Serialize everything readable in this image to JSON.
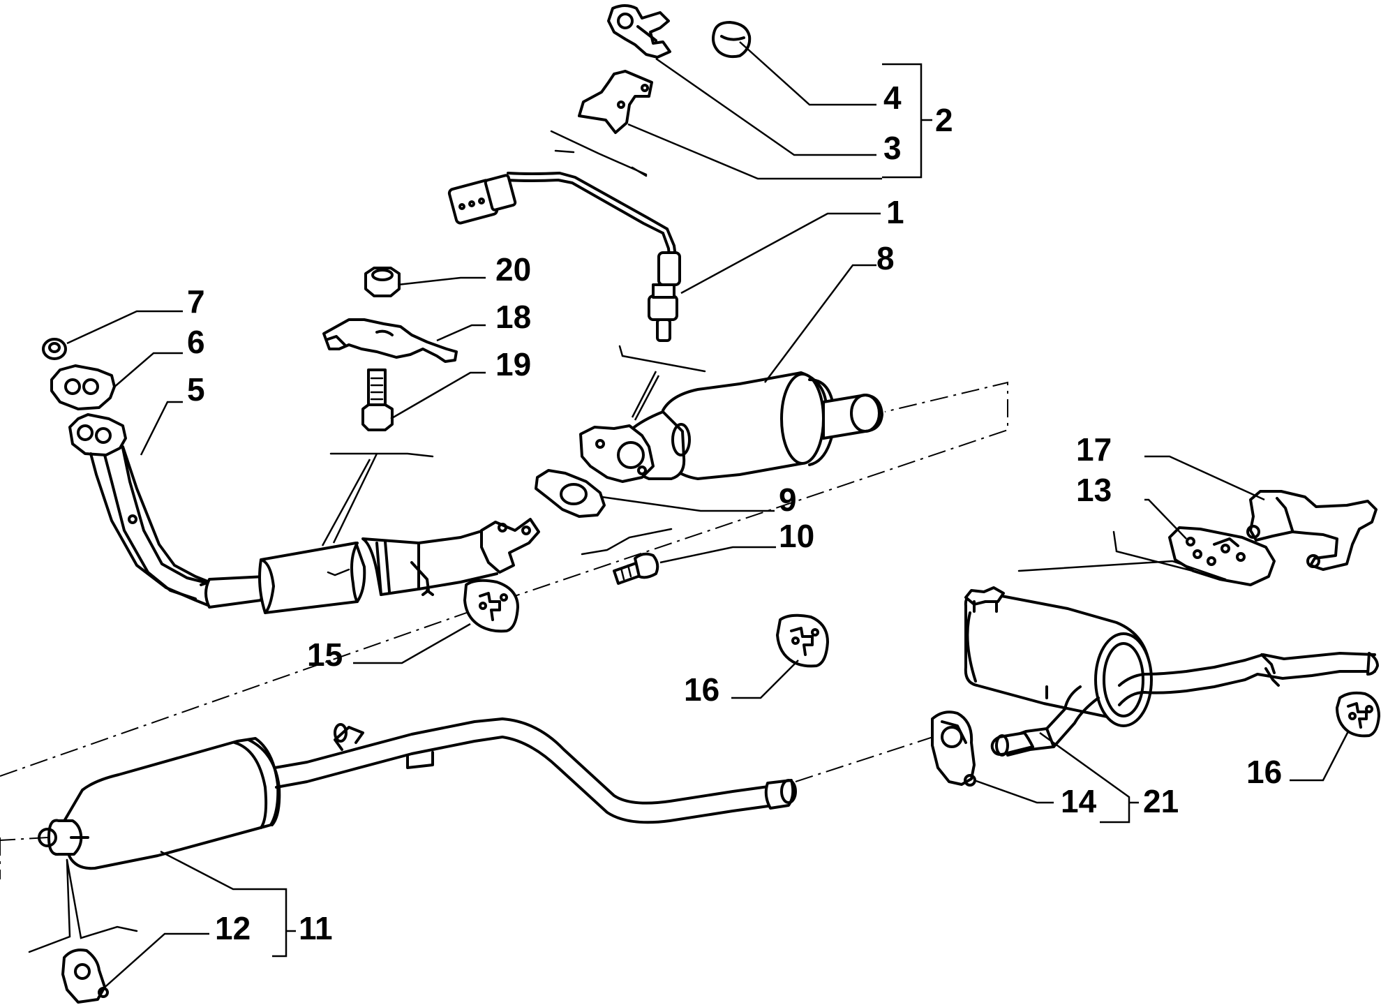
{
  "diagram": {
    "callouts": [
      {
        "id": "c1",
        "text": "1"
      },
      {
        "id": "c2",
        "text": "2"
      },
      {
        "id": "c3",
        "text": "3"
      },
      {
        "id": "c4",
        "text": "4"
      },
      {
        "id": "c5",
        "text": "5"
      },
      {
        "id": "c6",
        "text": "6"
      },
      {
        "id": "c7",
        "text": "7"
      },
      {
        "id": "c8",
        "text": "8"
      },
      {
        "id": "c9",
        "text": "9"
      },
      {
        "id": "c10",
        "text": "10"
      },
      {
        "id": "c11",
        "text": "11"
      },
      {
        "id": "c12",
        "text": "12"
      },
      {
        "id": "c13",
        "text": "13"
      },
      {
        "id": "c14",
        "text": "14"
      },
      {
        "id": "c15",
        "text": "15"
      },
      {
        "id": "c16a",
        "text": "16"
      },
      {
        "id": "c16b",
        "text": "16"
      },
      {
        "id": "c17",
        "text": "17"
      },
      {
        "id": "c18",
        "text": "18"
      },
      {
        "id": "c19",
        "text": "19"
      },
      {
        "id": "c20",
        "text": "20"
      },
      {
        "id": "c21",
        "text": "21"
      }
    ]
  }
}
